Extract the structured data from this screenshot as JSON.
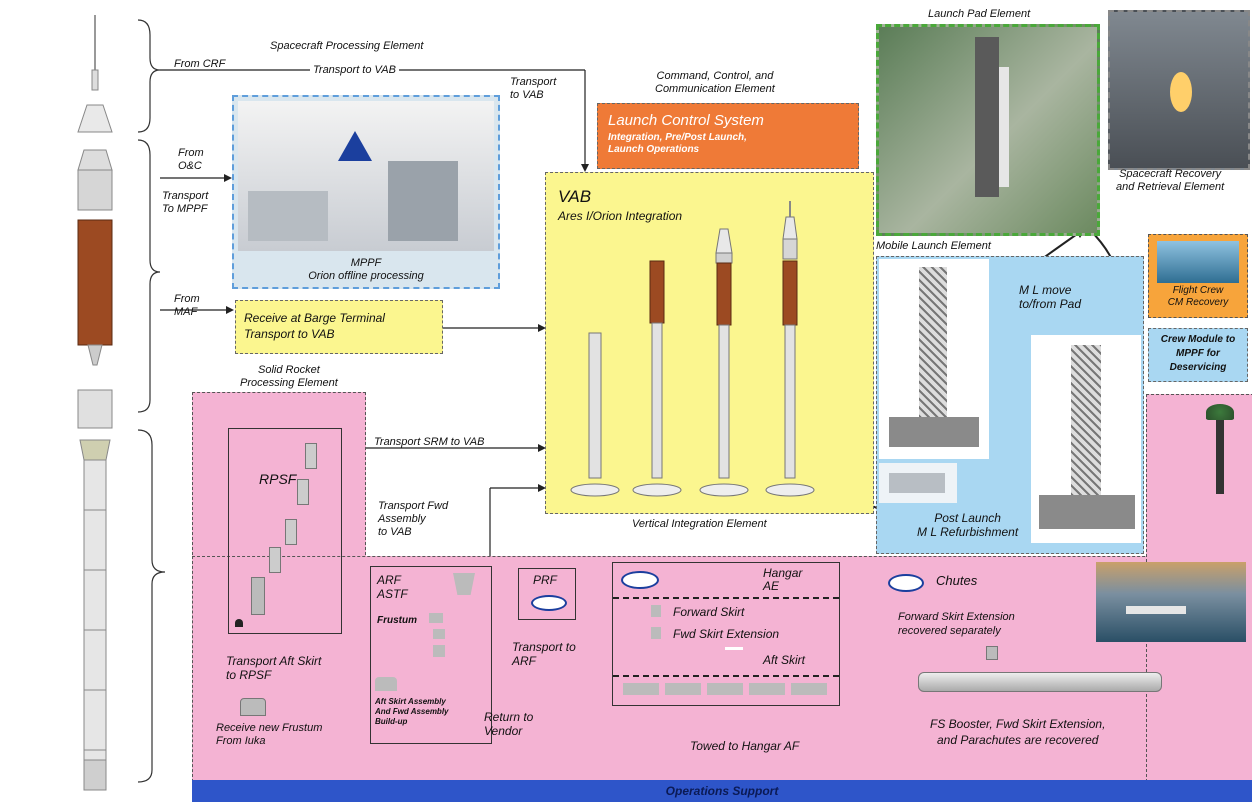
{
  "labels": {
    "from_crf": "From CRF",
    "spacecraft_processing": "Spacecraft Processing Element",
    "transport_to_vab_top": "Transport to VAB",
    "transport_to_vab_right": "Transport\nto VAB",
    "ccc_element": "Command, Control, and\nCommunication Element",
    "from_oc": "From\nO&C",
    "transport_to_mppf": "Transport\nTo MPPF",
    "mppf_title": "MPPF",
    "mppf_sub": "Orion offline processing",
    "from_maf": "From\nMAF",
    "barge_line1": "Receive at Barge Terminal",
    "barge_line2": "Transport to VAB",
    "srp_element": "Solid Rocket\nProcessing Element",
    "lcs_title": "Launch Control System",
    "lcs_sub": "Integration, Pre/Post Launch,\nLaunch Operations",
    "vab_title": "VAB",
    "vab_sub": "Ares I/Orion Integration",
    "vertical_integration": "Vertical Integration Element",
    "launch_pad_element": "Launch Pad Element",
    "sc_recovery": "Spacecraft Recovery\nand Retrieval Element",
    "mobile_launch": "Mobile Launch Element",
    "ml_move": "M L move\nto/from Pad",
    "post_launch": "Post Launch\nM L Refurbishment",
    "flight_crew": "Flight Crew\nCM Recovery",
    "crew_module": "Crew Module to\nMPPF for\nDeservicing",
    "rpsf": "RPSF",
    "transport_srm": "Transport SRM to VAB",
    "transport_fwd": "Transport Fwd\nAssembly\nto VAB",
    "arf_astf": "ARF\nASTF",
    "frustum": "Frustum",
    "prf": "PRF",
    "hangar_ae": "Hangar\nAE",
    "forward_skirt": "Forward Skirt",
    "fwd_skirt_ext": "Fwd Skirt Extension",
    "aft_skirt": "Aft Skirt",
    "transport_to_arf": "Transport to\nARF",
    "transport_aft_skirt": "Transport Aft Skirt\nto RPSF",
    "aft_skirt_assembly": "Aft Skirt Assembly\nAnd Fwd Assembly\nBuild-up",
    "receive_frustum": "Receive new Frustum\nFrom Iuka",
    "return_vendor": "Return to\nVendor",
    "towed_hangar": "Towed to Hangar AF",
    "chutes": "Chutes",
    "fse_recovered": "Forward Skirt Extension\nrecovered separately",
    "fs_booster": "FS Booster, Fwd Skirt Extension,\nand Parachutes are recovered",
    "operations_support": "Operations Support"
  },
  "colors": {
    "pink": "#f4b3d3",
    "yellow": "#fbf68f",
    "blue": "#a9d7f2",
    "orange": "#ef7a37",
    "navy": "#2e55c9"
  }
}
